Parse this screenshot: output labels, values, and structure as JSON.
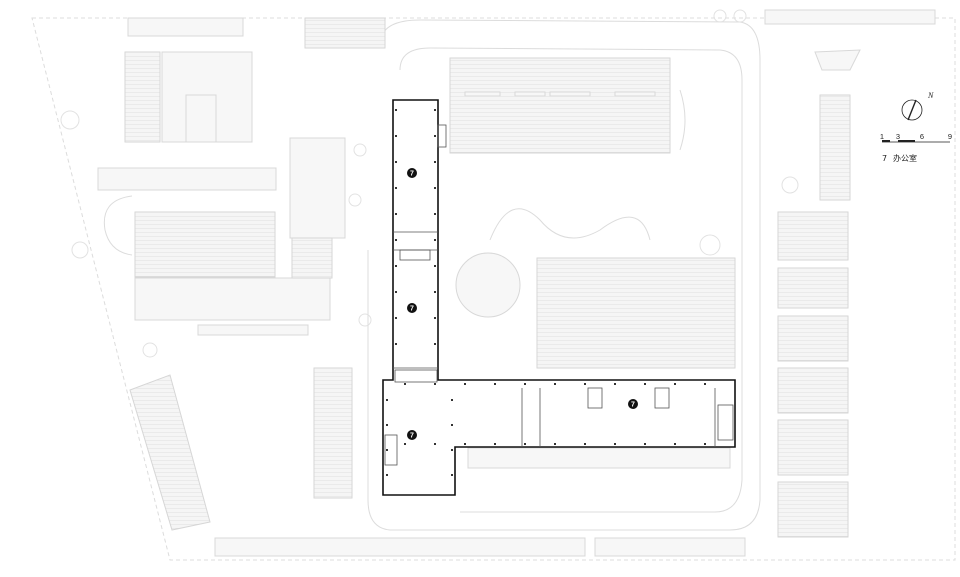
{
  "plan": {
    "room_tags": [
      {
        "id": "tag-1",
        "number": "7"
      },
      {
        "id": "tag-2",
        "number": "7"
      },
      {
        "id": "tag-3",
        "number": "7"
      },
      {
        "id": "tag-4",
        "number": "7"
      }
    ]
  },
  "north_arrow": {
    "label": "N"
  },
  "scale_bar": {
    "ticks": [
      "1",
      "3",
      "6",
      "9"
    ]
  },
  "legend": {
    "items": [
      {
        "number": "7",
        "label": "办公室"
      }
    ]
  },
  "colors": {
    "building_outline": "#111111",
    "context": "#d8d8d8",
    "tag": "#111111"
  }
}
